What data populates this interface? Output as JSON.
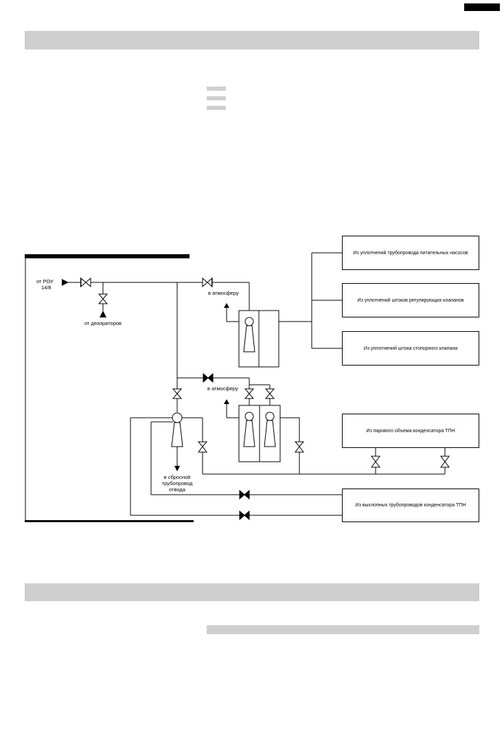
{
  "labels": {
    "from_rou": "от РОУ",
    "from_rou_num": "14/8",
    "from_deaerators": "от деаэраторов",
    "to_atmosphere_1": "в атмосферу",
    "to_atmosphere_2": "в атмосферу",
    "drain_line1": "в сбросной",
    "drain_line2": "трубопровод",
    "drain_line3": "отвода"
  },
  "boxes": {
    "b1": "Из уплотнений трубопровода питательных насосов",
    "b2": "Из уплотнений штоков регулирующих клапанов",
    "b3": "Из уплотнений штока стопорного клапана",
    "b4": "Из парового объема конденсатора ТПН",
    "b5": "Из выхлопных трубопроводов конденсатора ТПН"
  },
  "colors": {
    "bar": "#cfcfcf",
    "line": "#000000"
  }
}
